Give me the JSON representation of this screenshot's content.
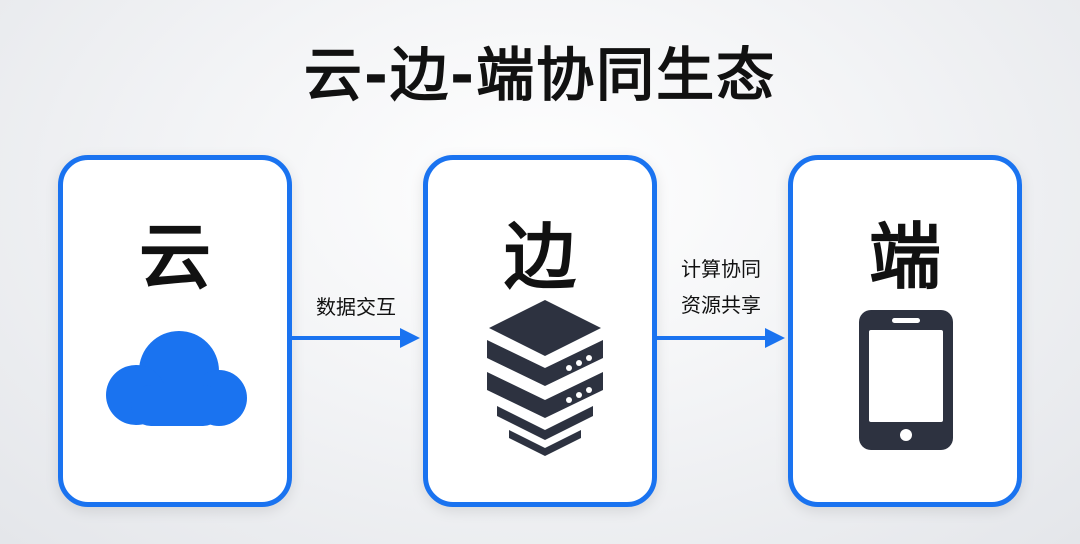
{
  "title": "云-边-端协同生态",
  "nodes": [
    {
      "label": "云",
      "icon": "cloud-icon"
    },
    {
      "label": "边",
      "icon": "server-stack-icon"
    },
    {
      "label": "端",
      "icon": "smartphone-icon"
    }
  ],
  "links": [
    {
      "from": "云",
      "to": "边",
      "label_lines": [
        "数据交互"
      ]
    },
    {
      "from": "边",
      "to": "端",
      "label_lines": [
        "计算协同",
        "资源共享"
      ]
    }
  ],
  "colors": {
    "accent": "#1a73f0",
    "cloud_fill": "#1a73f0",
    "icon_dark": "#2d3240",
    "text": "#111111"
  }
}
